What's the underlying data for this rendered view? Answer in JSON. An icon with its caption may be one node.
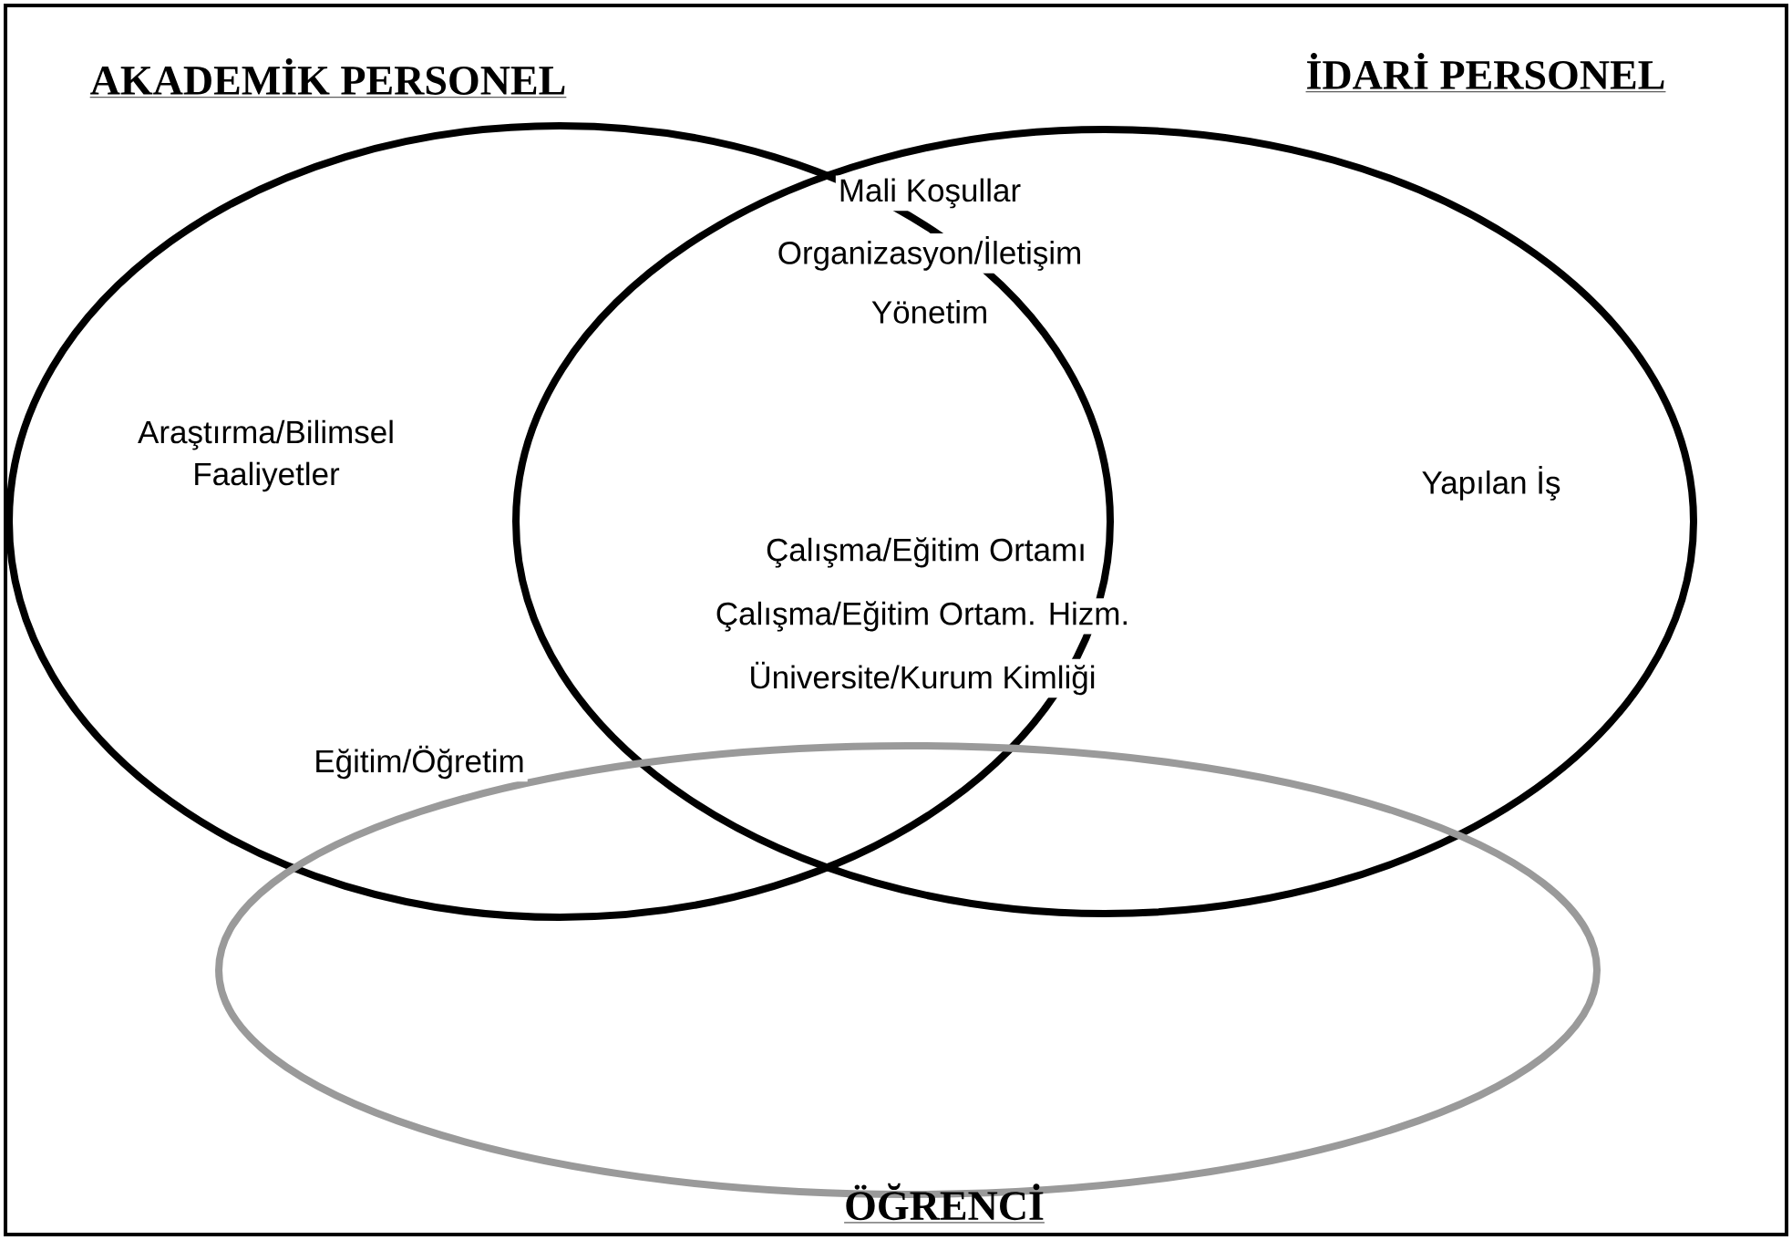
{
  "diagram": {
    "nodes": [
      {
        "text": [
          "AKADEMİK PERSONEL"
        ]
      },
      {
        "text": [
          "İDARİ PERSONEL"
        ]
      },
      {
        "text": [
          "ÖĞRENCİ"
        ]
      }
    ],
    "labels": [
      "Mali Koşullar",
      "Organizasyon/İletişim",
      "Yönetim",
      "Araştırma/Bilimsel Faaliyetler",
      "Yapılan İş",
      "Çalışma/Eğitim Ortamı",
      "Çalışma/Eğitim Ortam. Hizm.",
      "Üniversite/Kurum Kimliği",
      "Eğitim/Öğretim"
    ]
  }
}
